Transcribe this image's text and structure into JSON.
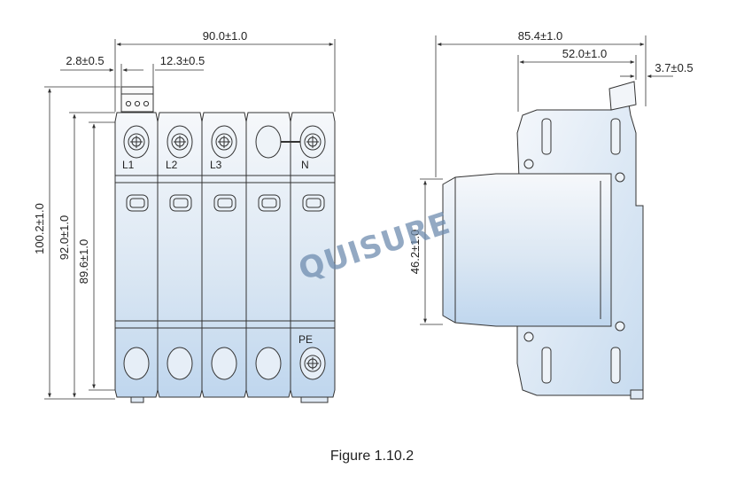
{
  "dimensions": {
    "front_width": "90.0±1.0",
    "front_offset": "2.8±0.5",
    "front_pitch": "12.3±0.5",
    "front_height_total": "100.2±1.0",
    "front_height_body": "92.0±1.0",
    "front_height_inner": "89.6±1.0",
    "side_depth_total": "85.4±1.0",
    "side_depth_mid": "52.0±1.0",
    "side_offset": "3.7±0.5",
    "side_front_height": "46.2±1.0"
  },
  "terminals": {
    "l1": "L1",
    "l2": "L2",
    "l3": "L3",
    "n": "N",
    "pe": "PE"
  },
  "watermark": "QUISURE",
  "caption": "Figure 1.10.2",
  "colors": {
    "line": "#333333",
    "body_top": "#f4f7fb",
    "body_bottom": "#c9dcef",
    "watermark": "#6f8db0"
  }
}
